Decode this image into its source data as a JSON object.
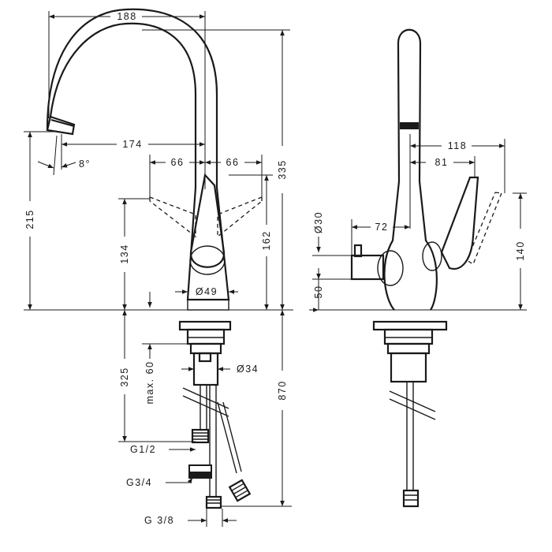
{
  "dimensions": {
    "spout_reach": "188",
    "spout_offset": "174",
    "angle": "8°",
    "lever_left": "66",
    "lever_right": "66",
    "total_height": "335",
    "spout_height": "215",
    "body_height": "134",
    "lever_height": "162",
    "base_diameter": "Ø49",
    "countertop_depth": "325",
    "max_thickness": "max. 60",
    "shank_diameter": "Ø34",
    "hose_length": "870",
    "thread_1": "G1/2",
    "thread_2": "G3/4",
    "thread_3": "G 3/8",
    "side_reach_1": "118",
    "side_reach_2": "81",
    "knob_offset": "72",
    "knob_diameter": "Ø30",
    "knob_height": "50",
    "side_height": "140"
  }
}
